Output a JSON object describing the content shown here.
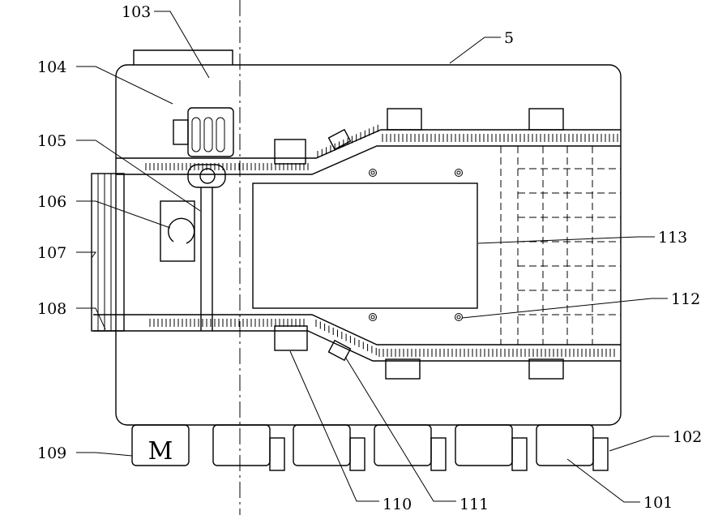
{
  "labels": {
    "n5": "5",
    "n101": "101",
    "n102": "102",
    "n103": "103",
    "n104": "104",
    "n105": "105",
    "n106": "106",
    "n107": "107",
    "n108": "108",
    "n109": "109",
    "n110": "110",
    "n111": "111",
    "n112": "112",
    "n113": "113"
  },
  "motor_mark": "M"
}
